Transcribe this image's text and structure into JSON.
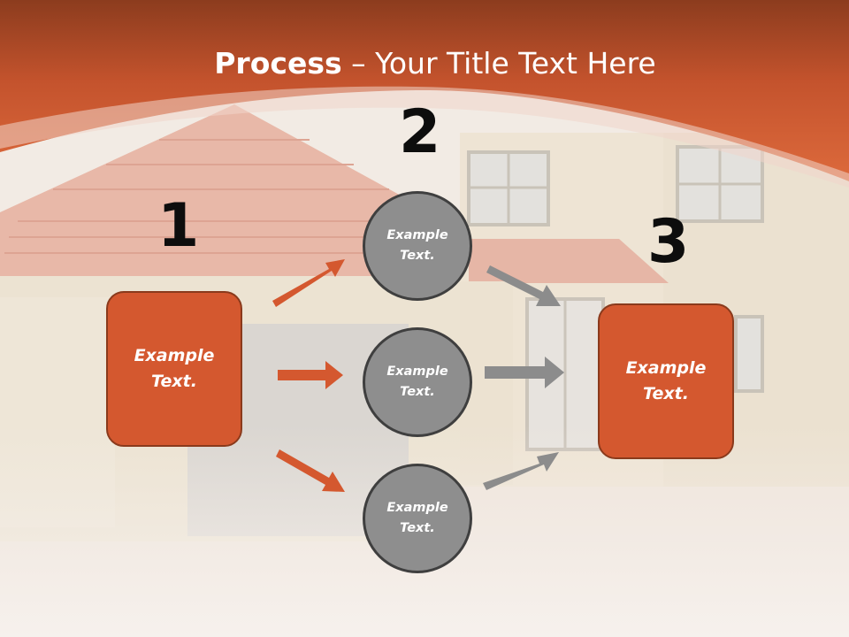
{
  "colors": {
    "accent_orange": "#d4582f",
    "header_band": "#c65030",
    "circle_gray": "#8e8e8e",
    "arrow_gray": "#8c8c8c"
  },
  "slide": {
    "title_bold": "Process",
    "title_rest": " – Your Title Text Here"
  },
  "steps": {
    "one": {
      "number": "1",
      "box_text": "Example\nText."
    },
    "two": {
      "number": "2",
      "circles": [
        {
          "text": "Example\nText."
        },
        {
          "text": "Example\nText."
        },
        {
          "text": "Example\nText."
        }
      ]
    },
    "three": {
      "number": "3",
      "box_text": "Example\nText."
    }
  }
}
